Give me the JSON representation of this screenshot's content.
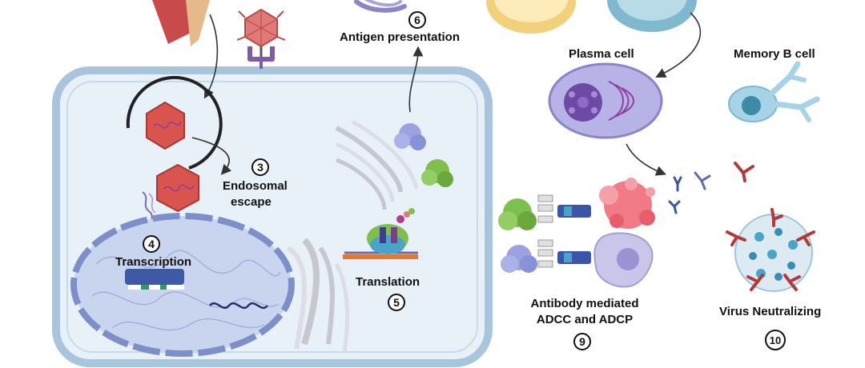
{
  "labels": {
    "antigen_presentation": "Antigen presentation",
    "plasma_cell": "Plasma cell",
    "memory_b_cell": "Memory B cell",
    "endosomal_escape_line1": "Endosomal",
    "endosomal_escape_line2": "escape",
    "transcription": "Transcription",
    "translation": "Translation",
    "antibody_line1": "Antibody mediated",
    "antibody_line2": "ADCC and ADCP",
    "virus_neutralizing": "Virus Neutralizing"
  },
  "steps": {
    "s3": "3",
    "s4": "4",
    "s5": "5",
    "s6": "6",
    "s9": "9",
    "s10": "10"
  },
  "colors": {
    "cell_membrane": "#a9c5de",
    "cell_fill": "#e9f1f8",
    "nucleus": "#c9d4ef",
    "nucleus_border": "#7c8fc9",
    "virus_red": "#d9534f",
    "plasma_cell": "#b7b3e6",
    "memory_cell": "#a6d3e6",
    "antibody_blue": "#3b56a6",
    "antibody_red": "#b23a3a",
    "virus_particle": "#4aa3c9",
    "green_antigen": "#7fbf4d",
    "lilac_antigen": "#9aa3e0",
    "tumor_pink": "#f07a86"
  },
  "icons": [
    "virus-icon",
    "receptor-icon",
    "endosome-icon",
    "mrna-icon",
    "nucleus-icon",
    "ribosome-icon",
    "golgi-icon",
    "er-icon",
    "antigen-icon",
    "plasma-cell-icon",
    "memory-b-cell-icon",
    "antibody-icon",
    "tumor-cell-icon",
    "macrophage-icon",
    "virus-particle-icon"
  ]
}
